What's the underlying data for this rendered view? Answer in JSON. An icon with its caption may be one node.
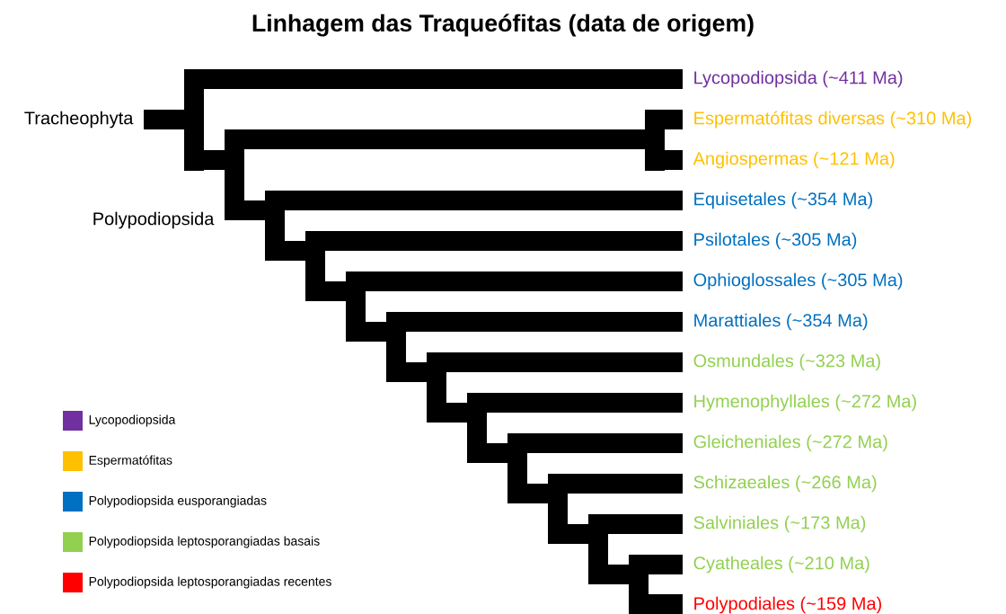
{
  "diagram": {
    "title": "Linhagem das Traqueófitas (data de origem)",
    "labels": [
      "Tracheophyta",
      "Polypodiopsida",
      "Lycopodiopsida (~411 Ma)",
      "Espermatófitas diversas (~310 Ma)",
      "Angiospermas (~121 Ma)",
      "Equisetales (~354 Ma)",
      "Psilotales (~305 Ma)",
      "Ophioglossales (~305 Ma)",
      "Marattiales (~354 Ma)",
      "Osmundales (~323 Ma)",
      "Hymenophyllales (~272 Ma)",
      "Gleicheniales (~272 Ma)",
      "Schizaeales (~266 Ma)",
      "Salviniales (~173 Ma)",
      "Cyatheales (~210 Ma)",
      "Polypodiales (~159 Ma)"
    ],
    "legend": [
      {
        "text": "Lycopodiopsida",
        "color": "#7030a0"
      },
      {
        "text": "Espermatófitas",
        "color": "#ffc000"
      },
      {
        "text": "Polypodiopsida eusporangiadas",
        "color": "#0070c0"
      },
      {
        "text": "Polypodiopsida leptosporangiadas basais",
        "color": "#92d050"
      },
      {
        "text": "Polypodiopsida leptosporangiadas recentes",
        "color": "#ff0000"
      }
    ]
  }
}
